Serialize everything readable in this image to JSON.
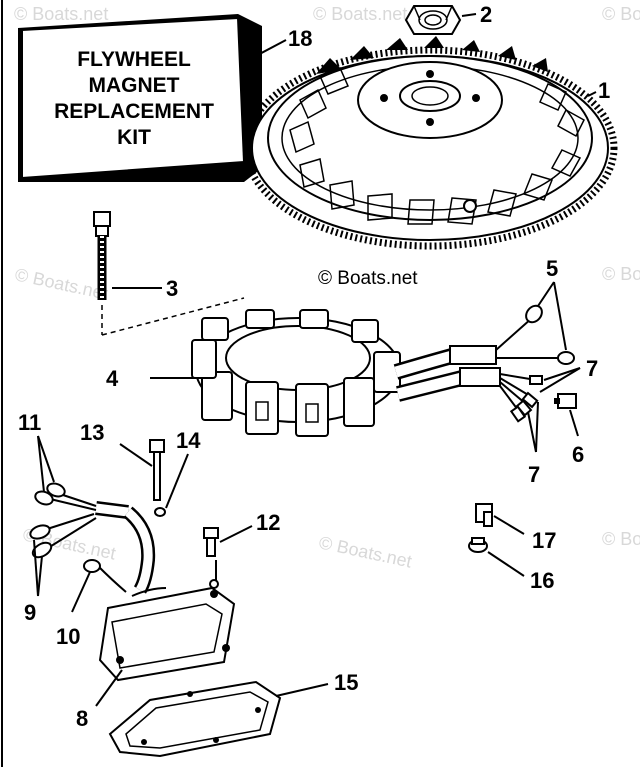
{
  "kit_box": {
    "lines": [
      "FLYWHEEL",
      "MAGNET",
      "REPLACEMENT",
      "KIT"
    ]
  },
  "copyright": "© Boats.net",
  "watermarks": [
    "© Boats.net",
    "© Boats.net",
    "© Boats.net",
    "© Boats.net",
    "© Boats.net",
    "© Boats.net",
    "© Boats.net",
    "© Boats.net"
  ],
  "callouts": {
    "c1": "1",
    "c2": "2",
    "c3": "3",
    "c4": "4",
    "c5": "5",
    "c6": "6",
    "c7a": "7",
    "c7b": "7",
    "c8": "8",
    "c9": "9",
    "c10": "10",
    "c11": "11",
    "c12": "12",
    "c13": "13",
    "c14": "14",
    "c15": "15",
    "c16": "16",
    "c17": "17",
    "c18": "18"
  }
}
